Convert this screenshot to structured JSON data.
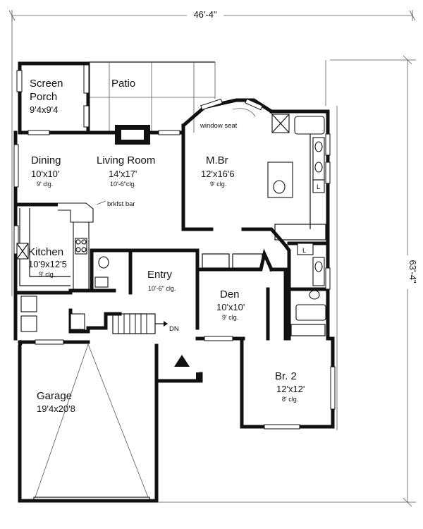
{
  "dimensions": {
    "width_label": "46'-4\"",
    "depth_label": "63'-4\""
  },
  "rooms": {
    "screen_porch": {
      "name": "Screen\nPorch",
      "size": "9'4x9'4"
    },
    "patio": {
      "name": "Patio"
    },
    "dining": {
      "name": "Dining",
      "size": "10'x10'",
      "ceiling": "9' clg."
    },
    "living_room": {
      "name": "Living Room",
      "size": "14'x17'",
      "ceiling": "10'-6\"clg."
    },
    "master_bedroom": {
      "name": "M.Br",
      "size": "12'x16'6",
      "ceiling": "9' clg."
    },
    "kitchen": {
      "name": "Kitchen",
      "size": "10'9x12'5",
      "ceiling": "9' clg."
    },
    "entry": {
      "name": "Entry",
      "ceiling": "10'-6\" clg."
    },
    "den": {
      "name": "Den",
      "size": "10'x10'",
      "ceiling": "9' clg."
    },
    "bedroom_2": {
      "name": "Br. 2",
      "size": "12'x12'",
      "ceiling": "8' clg."
    },
    "garage": {
      "name": "Garage",
      "size": "19'4x20'8"
    }
  },
  "notes": {
    "window_seat": "window seat",
    "breakfast_bar": "brkfst bar",
    "stair_down": "DN",
    "linen_l1": "L",
    "linen_l2": "L"
  },
  "colors": {
    "wall": "#111111",
    "background": "#ffffff"
  }
}
